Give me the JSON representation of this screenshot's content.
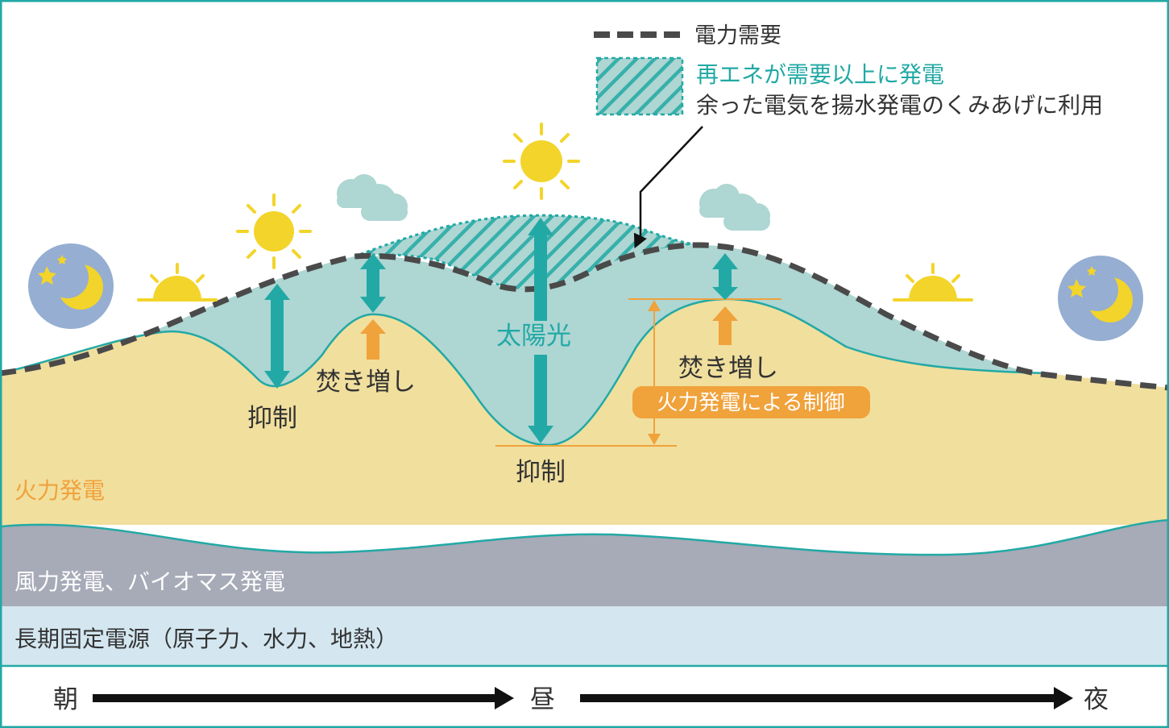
{
  "legend": {
    "demand_label": "電力需要",
    "surplus_title": "再エネが需要以上に発電",
    "surplus_desc": "余った電気を揚水発電のくみあげに利用"
  },
  "labels": {
    "solar": "太陽光",
    "suppress_left": "抑制",
    "suppress_center": "抑制",
    "boost_left": "焚き増し",
    "boost_right": "焚き増し",
    "thermal_control": "火力発電による制御"
  },
  "layers": {
    "thermal": "火力発電",
    "wind_bio": "風力発電、バイオマス発電",
    "baseload": "長期固定電源（原子力、水力、地熱）"
  },
  "timeline": {
    "morning": "朝",
    "noon": "昼",
    "night": "夜"
  },
  "colors": {
    "teal": "#22a9a5",
    "light_teal": "#aed6d3",
    "sand": "#f1df9e",
    "slate": "#a7aab7",
    "sky": "#d4e7f1",
    "orange": "#f0a23b",
    "sun": "#f3d42a",
    "night_circle": "#95aed1",
    "demand_line": "#4a4a4a"
  },
  "icons": [
    "moon-icon",
    "sunrise-icon",
    "sun-icon",
    "cloud-icon",
    "sunset-icon"
  ]
}
